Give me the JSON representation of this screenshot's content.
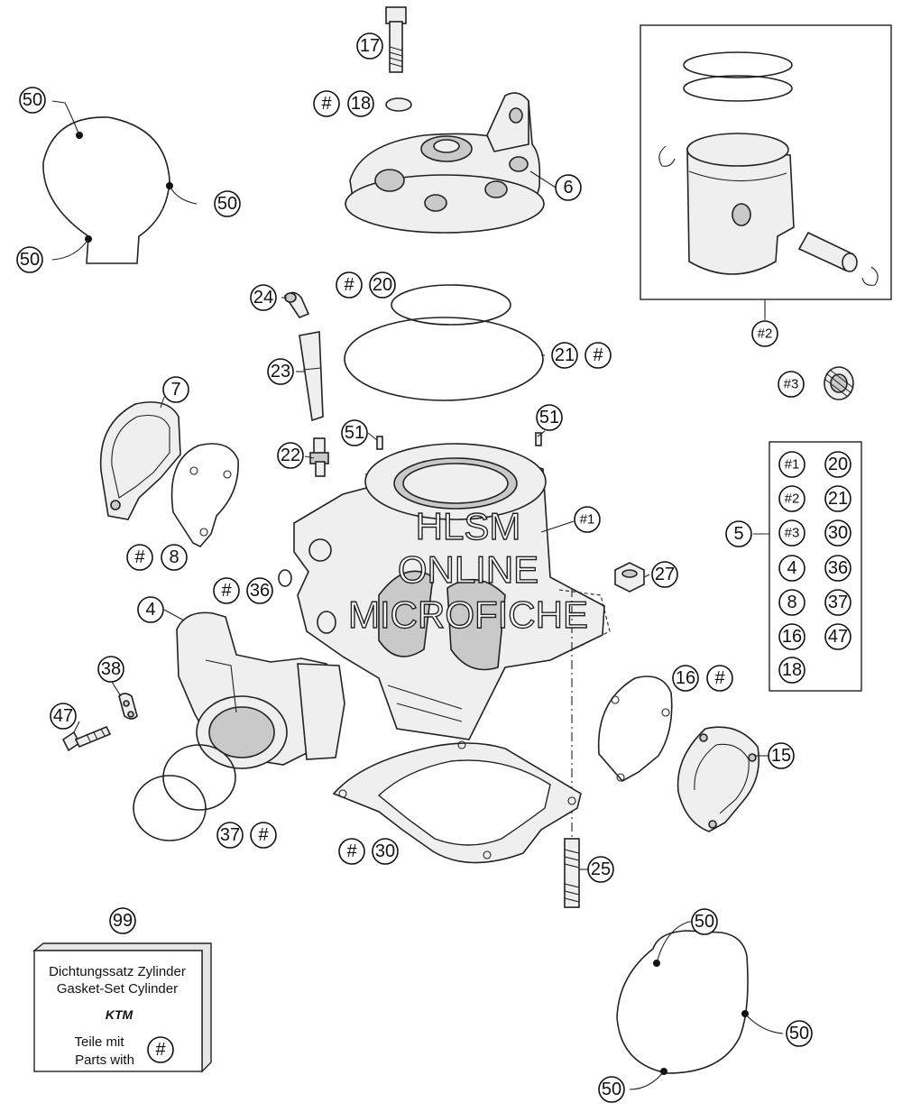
{
  "watermark": [
    "HLSM",
    "ONLINE",
    "MICROFICHE"
  ],
  "gasket_box": {
    "line1": "Dichtungssatz Zylinder",
    "line2": "Gasket-Set Cylinder",
    "logo": "KTM",
    "line3": "Teile mit",
    "line4": "Parts with",
    "symbol": "#"
  },
  "kit_list": {
    "label": "5",
    "col1": [
      "#1",
      "#2",
      "#3",
      "4",
      "8",
      "16",
      "18"
    ],
    "col2": [
      "20",
      "21",
      "30",
      "36",
      "37",
      "47"
    ]
  },
  "callouts": {
    "c17": "17",
    "c18": "18",
    "c6": "6",
    "c50a": "50",
    "c50b": "50",
    "c50c": "50",
    "c20": "20",
    "c24": "24",
    "c21": "21",
    "c23": "23",
    "c7": "7",
    "c51a": "51",
    "c51b": "51",
    "c22": "22",
    "cp1": "#1",
    "c8": "8",
    "c27": "27",
    "c36": "36",
    "c4": "4",
    "c38": "38",
    "c16": "16",
    "c15": "15",
    "c47": "47",
    "c37": "37",
    "c30": "30",
    "c25": "25",
    "c99": "99",
    "c50d": "50",
    "c50e": "50",
    "c50f": "50",
    "cp2": "#2",
    "cp3": "#3",
    "hash": "#"
  }
}
